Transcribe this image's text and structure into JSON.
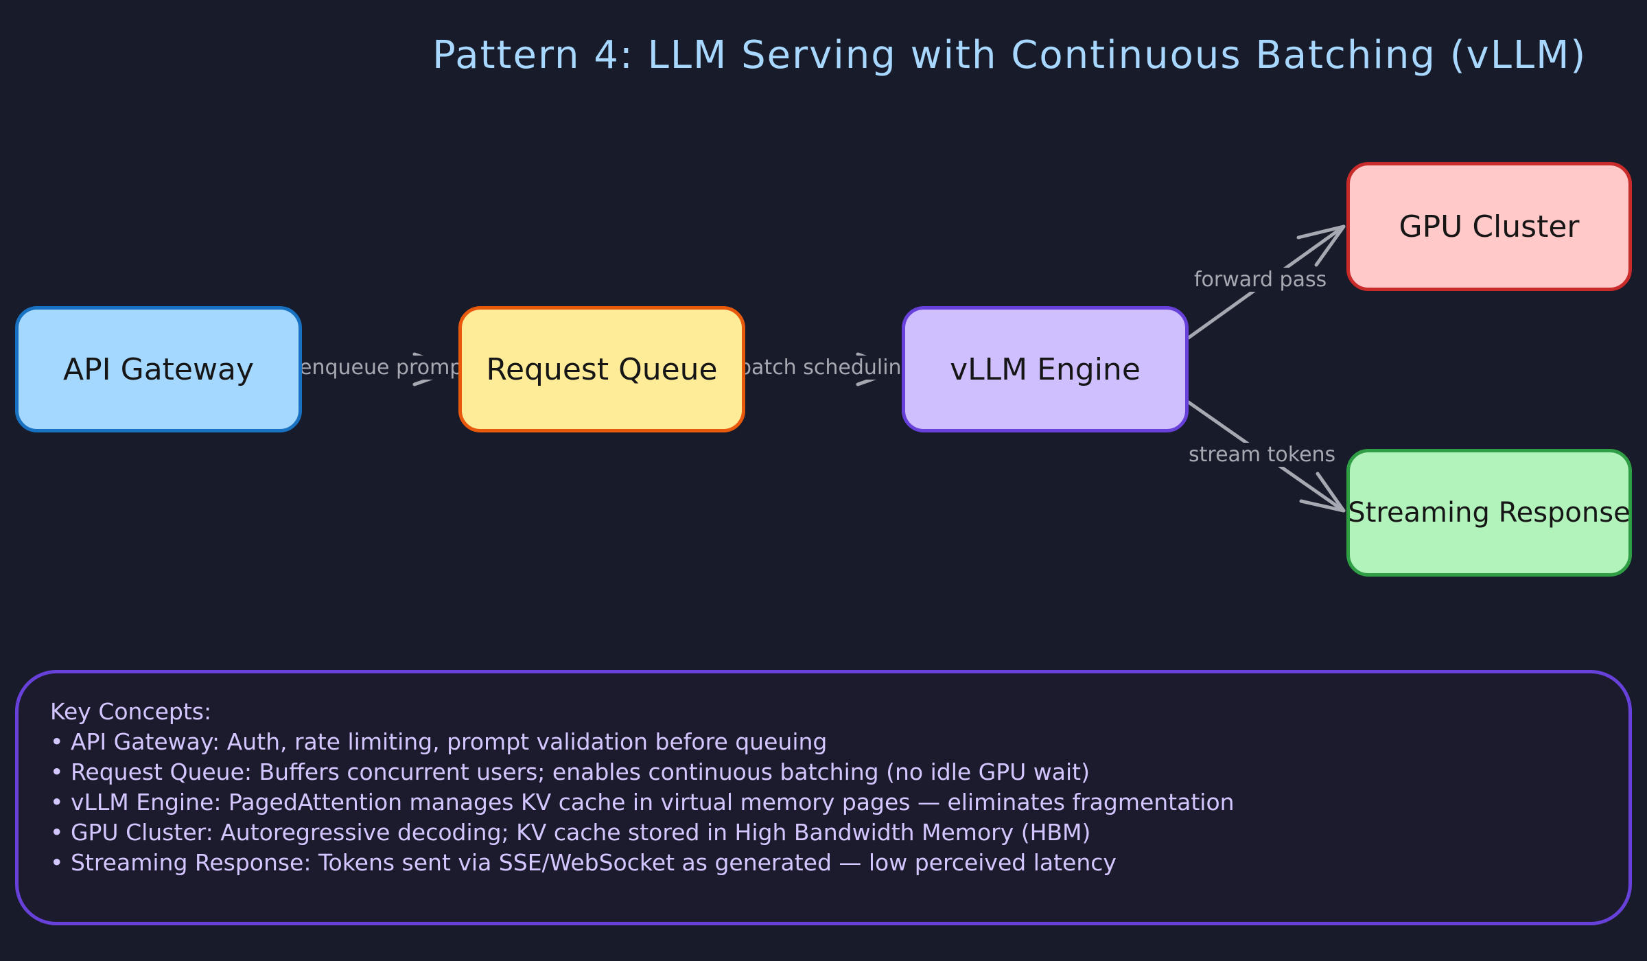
{
  "title": "Pattern 4: LLM Serving with Continuous Batching (vLLM)",
  "nodes": {
    "api_gateway": "API Gateway",
    "request_queue": "Request Queue",
    "vllm_engine": "vLLM Engine",
    "gpu_cluster": "GPU Cluster",
    "streaming_response": "Streaming Response"
  },
  "edges": {
    "enqueue": "enqueue prompt",
    "batch": "batch scheduling",
    "forward": "forward pass",
    "tokens": "stream tokens"
  },
  "concepts": {
    "heading": "Key Concepts:",
    "items": [
      "• API Gateway: Auth, rate limiting, prompt validation before queuing",
      "• Request Queue: Buffers concurrent users; enables continuous batching (no idle GPU wait)",
      "• vLLM Engine: PagedAttention manages KV cache in virtual memory pages — eliminates fragmentation",
      "• GPU Cluster: Autoregressive decoding; KV cache stored in High Bandwidth Memory (HBM)",
      "• Streaming Response: Tokens sent via SSE/WebSocket as generated — low perceived latency"
    ]
  },
  "colors": {
    "background": "#181b29",
    "title": "#a8d8ff",
    "api_gateway": "#a5d8ff",
    "request_queue": "#ffec99",
    "vllm_engine": "#d0bfff",
    "gpu_cluster": "#ffc9c9",
    "streaming_response": "#b2f2bb",
    "edge": "#a6a8b2",
    "concepts_border": "#6741d9"
  }
}
